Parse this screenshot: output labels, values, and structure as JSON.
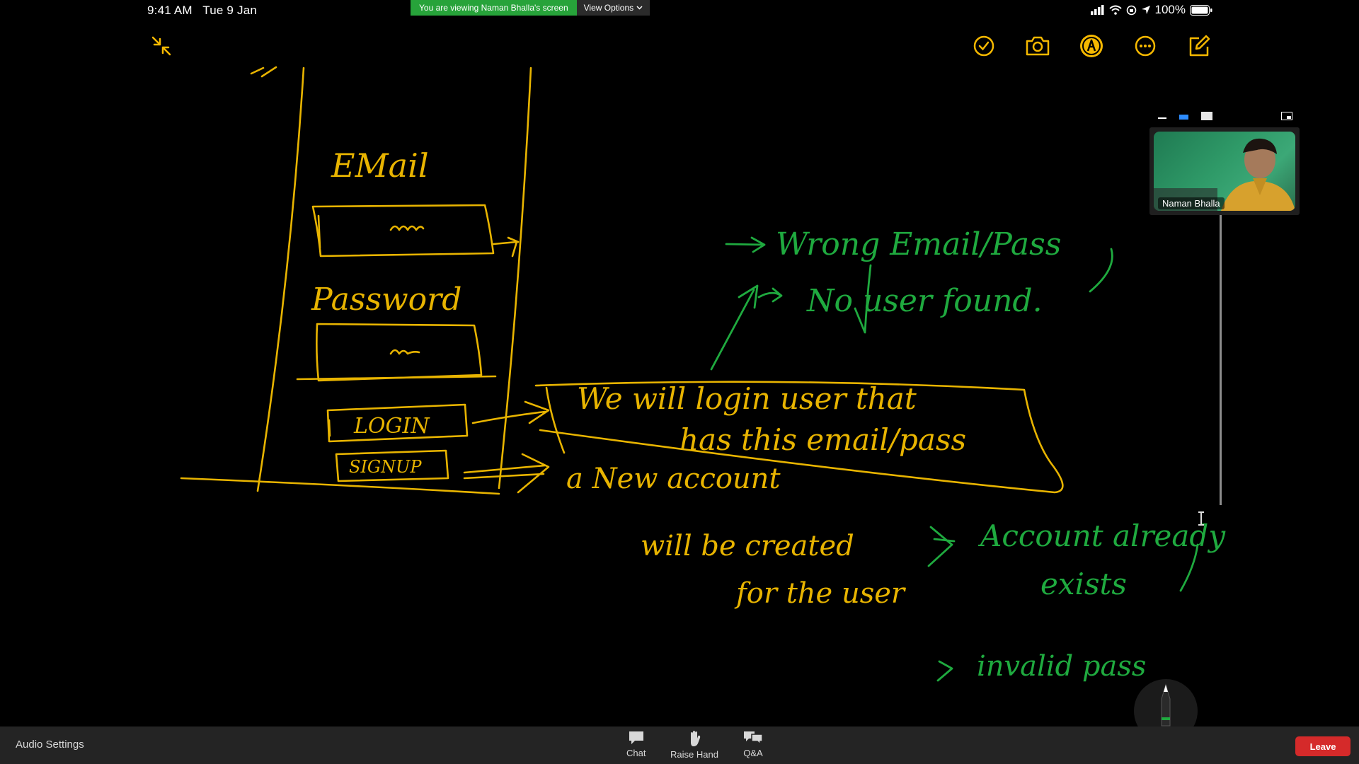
{
  "status_bar": {
    "time": "9:41 AM",
    "date": "Tue 9 Jan",
    "battery": "100%",
    "icons": [
      "signal-icon",
      "wifi-icon",
      "orientation-lock-icon",
      "location-icon",
      "battery-icon"
    ]
  },
  "share_banner": {
    "viewing_text": "You are viewing Naman Bhalla's screen",
    "view_options_label": "View Options",
    "colors": {
      "viewing_bg": "#27a33a",
      "options_bg": "#2b2b2b"
    }
  },
  "notes_toolbar": {
    "icons": [
      "collapse-icon",
      "checklist-icon",
      "camera-icon",
      "markup-pen-icon",
      "more-icon",
      "compose-icon"
    ],
    "accent": "#f5b800"
  },
  "whiteboard": {
    "ink_colors": {
      "yellow": "#e8b400",
      "green": "#1faa3f"
    },
    "form_labels": [
      "EMail",
      "Password",
      "LOGIN",
      "SIGNUP"
    ],
    "notes": [
      "We will login user that has this email/pass",
      "a New account will be created for the user",
      "Wrong Email/Pass",
      "No user found.",
      "Account already exists",
      "invalid pass"
    ]
  },
  "participant": {
    "name": "Naman Bhalla"
  },
  "bottom_bar": {
    "audio_settings": "Audio Settings",
    "chat": "Chat",
    "raise_hand": "Raise Hand",
    "qa": "Q&A",
    "leave": "Leave",
    "leave_color": "#d52a2a"
  }
}
